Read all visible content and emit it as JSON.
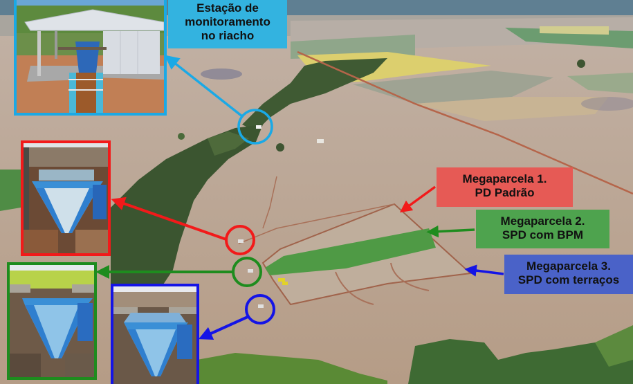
{
  "scene": {
    "description": "Aerial photograph of agricultural fields with monitoring stations",
    "colors": {
      "cyan": "#1aa9e6",
      "red": "#f21a1a",
      "green": "#1e8c1e",
      "blue": "#1414e6",
      "soil": "#b9a896",
      "crop_green": "#4a9a4a",
      "forest": "#3e5a30"
    }
  },
  "labels": {
    "stream_station": {
      "lines": [
        "Estação de",
        "monitoramento",
        "no riacho"
      ],
      "bg": "#33b3e0"
    },
    "mega1": {
      "lines": [
        "Megaparcela 1.",
        "PD Padrão"
      ],
      "bg": "#e65a55"
    },
    "mega2": {
      "lines": [
        "Megaparcela 2.",
        "SPD com BPM"
      ],
      "bg": "#4ea34e"
    },
    "mega3": {
      "lines": [
        "Megaparcela 3.",
        "SPD com terraços"
      ],
      "bg": "#4a62c8"
    }
  },
  "insets": {
    "stream_station_photo": {
      "border": "#1aa9e6",
      "subject": "covered weir monitoring station over stream"
    },
    "flume_red": {
      "border": "#f21a1a",
      "subject": "blue trapezoidal flume - Megaparcela 1"
    },
    "flume_green": {
      "border": "#1e8c1e",
      "subject": "blue trapezoidal flume - Megaparcela 2"
    },
    "flume_blue": {
      "border": "#1414e6",
      "subject": "blue trapezoidal flume - Megaparcela 3"
    }
  }
}
